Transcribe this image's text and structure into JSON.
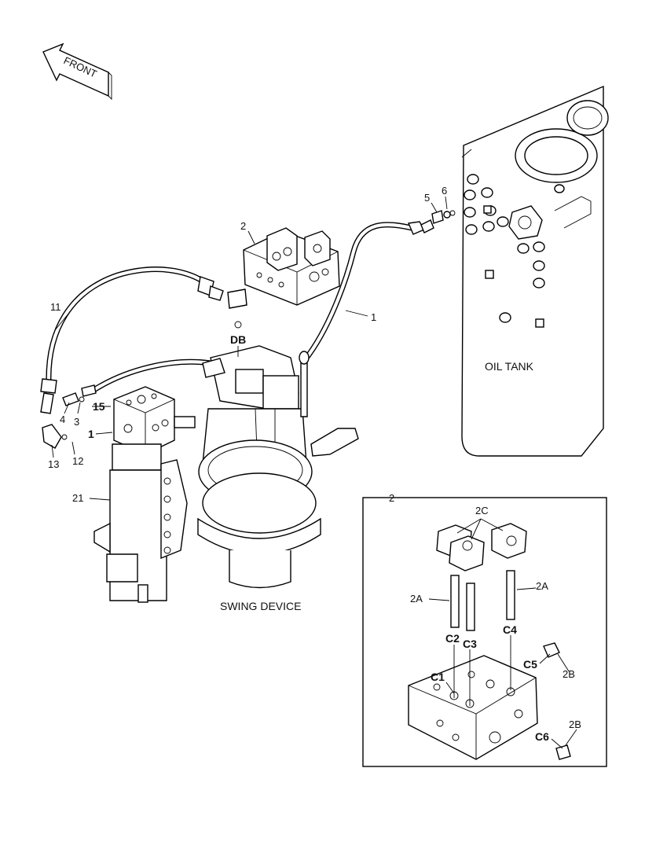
{
  "front_label": "FRONT",
  "callouts": {
    "p1": "1",
    "p1b": "1",
    "p2": "2",
    "p3": "3",
    "p4": "4",
    "p5": "5",
    "p6": "6",
    "p11": "11",
    "p12": "12",
    "p13": "13",
    "p15": "15",
    "p21": "21",
    "db": "DB"
  },
  "captions": {
    "oil_tank": "OIL TANK",
    "swing_device": "SWING DEVICE"
  },
  "detail": {
    "number": "2",
    "labels": {
      "c2a_left": "2A",
      "c2a_right": "2A",
      "c2b_top": "2B",
      "c2b_bottom": "2B",
      "c2c": "2C",
      "c1": "C1",
      "c2": "C2",
      "c3": "C3",
      "c4": "C4",
      "c5": "C5",
      "c6": "C6"
    }
  }
}
